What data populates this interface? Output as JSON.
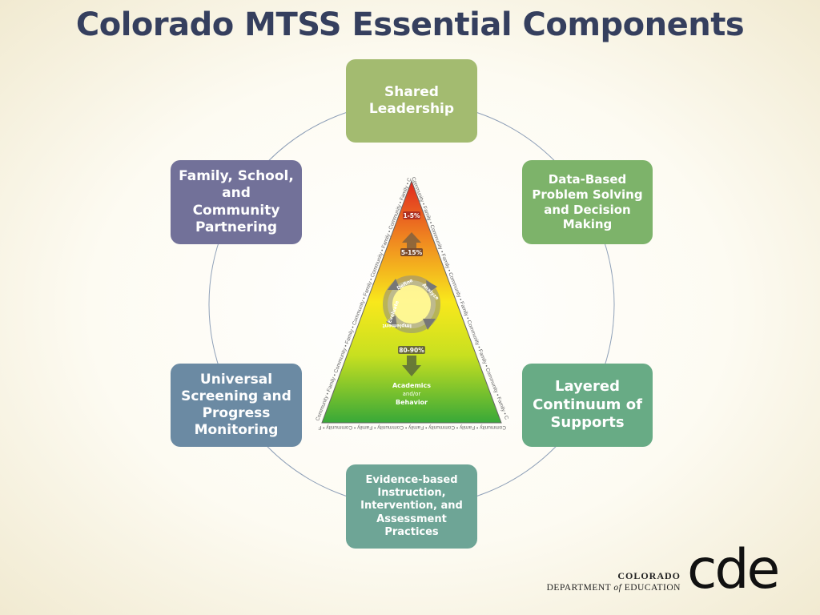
{
  "title": "Colorado MTSS Essential Components",
  "components": {
    "shared_leadership": "Shared Leadership",
    "data_based": "Data-Based Problem Solving and Decision Making",
    "layered": "Layered Continuum of Supports",
    "evidence_based": "Evidence-based Instruction, Intervention, and Assessment Practices",
    "universal": "Universal Screening and Progress Monitoring",
    "family": "Family, School, and Community Partnering"
  },
  "pyramid": {
    "tier_top": "1-5%",
    "tier_mid": "5-15%",
    "tier_base": "80-90%",
    "base_line1": "Academics",
    "base_line2": "and/or",
    "base_line3": "Behavior",
    "cycle_define": "Define",
    "cycle_analyze": "Analyze",
    "cycle_implement": "Implement",
    "cycle_evaluate": "Evaluate",
    "border_text": "Community • Family • Community • Family • Community • Family • Community • Family • Community • Family • Community • Family • Community •"
  },
  "logo": {
    "state": "COLORADO",
    "dept_prefix": "DEPARTMENT",
    "dept_of": "of",
    "dept_suffix": "EDUCATION",
    "mark": "cde"
  },
  "colors": {
    "title": "#353f5e",
    "shared": "#a3bb70",
    "data": "#7db36a",
    "layered": "#68ab85",
    "evidence": "#6ea596",
    "universal": "#6b8aa3",
    "family": "#727199"
  }
}
